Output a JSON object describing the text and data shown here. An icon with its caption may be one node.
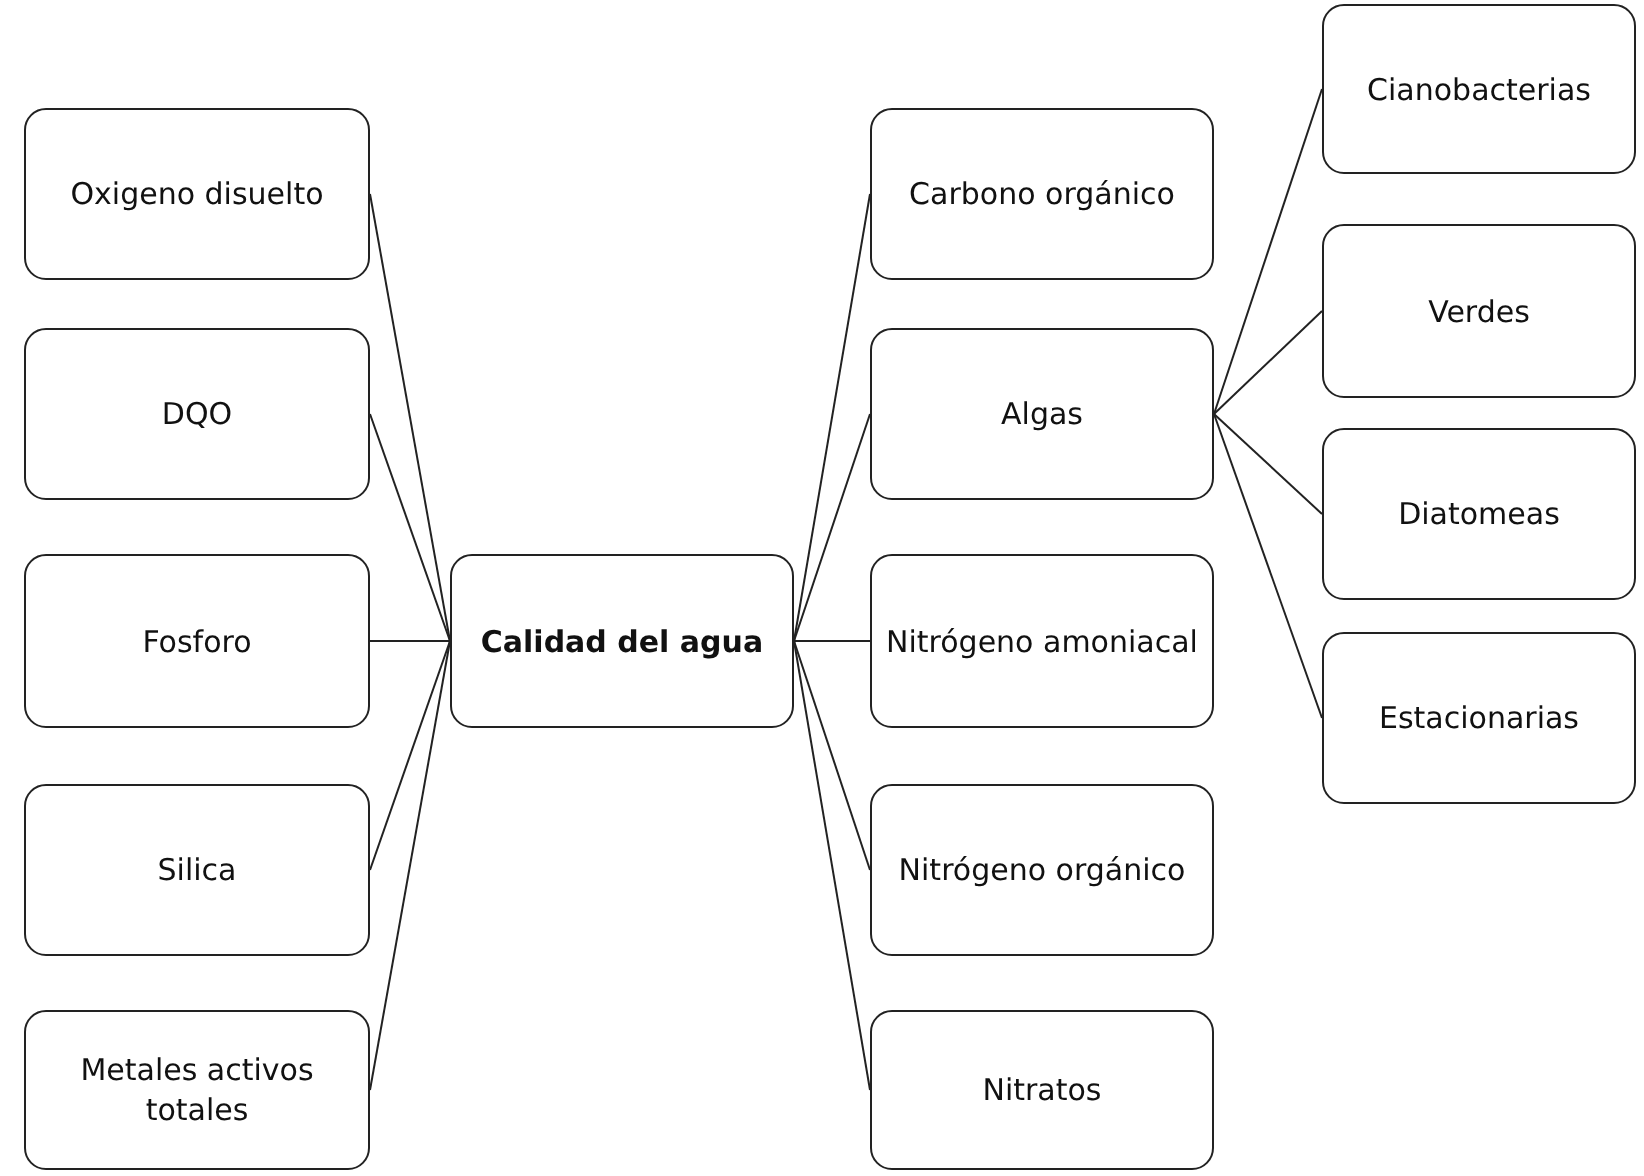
{
  "diagram": {
    "nodes": [
      {
        "text": [
          "Oxigeno disuelto"
        ]
      },
      {
        "text": [
          "DQO"
        ]
      },
      {
        "text": [
          "Fosforo"
        ]
      },
      {
        "text": [
          "Silica"
        ]
      },
      {
        "text": [
          "Metales activos totales"
        ]
      },
      {
        "text": [
          "Calidad del agua"
        ]
      },
      {
        "text": [
          "Carbono orgánico"
        ]
      },
      {
        "text": [
          "Algas"
        ]
      },
      {
        "text": [
          "Nitrógeno amoniacal"
        ]
      },
      {
        "text": [
          "Nitrógeno orgánico"
        ]
      },
      {
        "text": [
          "Nitratos"
        ]
      },
      {
        "text": [
          "Cianobacterias"
        ]
      },
      {
        "text": [
          "Verdes"
        ]
      },
      {
        "text": [
          "Diatomeas"
        ]
      },
      {
        "text": [
          "Estacionarias"
        ]
      }
    ],
    "edges": [
      {
        "from": 0,
        "to": 5,
        "arrow": "none"
      },
      {
        "from": 1,
        "to": 5,
        "arrow": "none"
      },
      {
        "from": 2,
        "to": 5,
        "arrow": "none"
      },
      {
        "from": 3,
        "to": 5,
        "arrow": "none"
      },
      {
        "from": 4,
        "to": 5,
        "arrow": "none"
      },
      {
        "from": 5,
        "to": 6,
        "arrow": "none"
      },
      {
        "from": 5,
        "to": 7,
        "arrow": "none"
      },
      {
        "from": 5,
        "to": 8,
        "arrow": "none"
      },
      {
        "from": 5,
        "to": 9,
        "arrow": "none"
      },
      {
        "from": 5,
        "to": 10,
        "arrow": "none"
      },
      {
        "from": 7,
        "to": 11,
        "arrow": "none"
      },
      {
        "from": 7,
        "to": 12,
        "arrow": "none"
      },
      {
        "from": 7,
        "to": 13,
        "arrow": "none"
      },
      {
        "from": 7,
        "to": 14,
        "arrow": "none"
      }
    ]
  }
}
